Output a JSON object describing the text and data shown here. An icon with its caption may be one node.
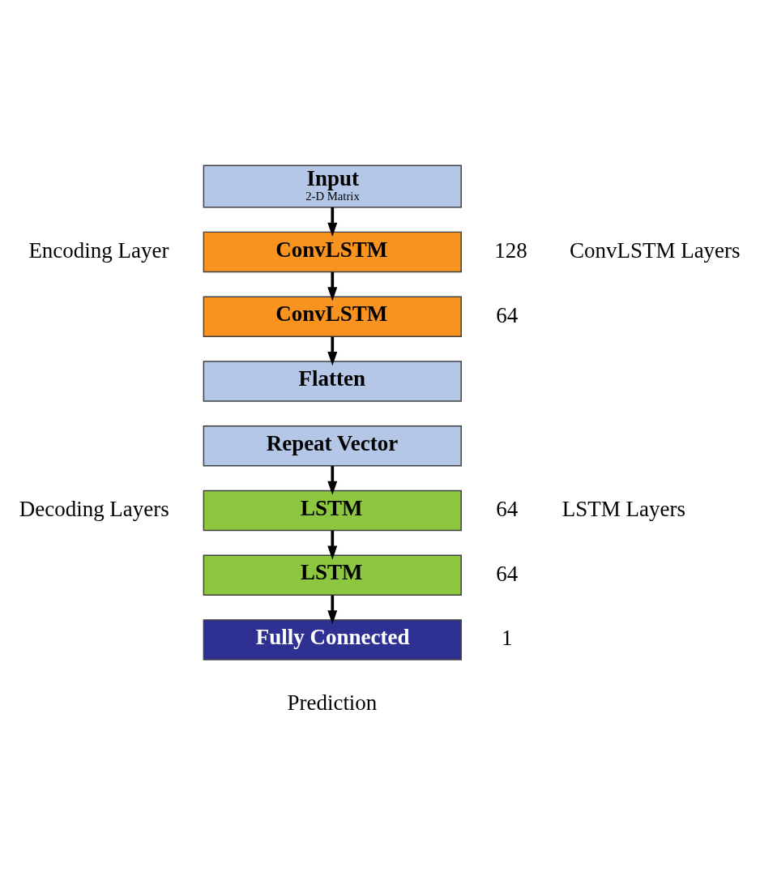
{
  "diagram": {
    "nodes": [
      {
        "text": [
          "Input",
          "2-D Matrix"
        ]
      },
      {
        "text": [
          "ConvLSTM"
        ],
        "beside": [
          "128"
        ]
      },
      {
        "text": [
          "ConvLSTM"
        ],
        "beside": [
          "64"
        ]
      },
      {
        "text": [
          "Flatten"
        ]
      },
      {
        "text": [
          "Repeat Vector"
        ]
      },
      {
        "text": [
          "LSTM"
        ],
        "beside": [
          "64"
        ]
      },
      {
        "text": [
          "LSTM"
        ],
        "beside": [
          "64"
        ]
      },
      {
        "text": [
          "Fully Connected"
        ],
        "beside": [
          "1"
        ]
      }
    ],
    "edges": [
      {
        "from": 0,
        "to": 1,
        "arrow": "to"
      },
      {
        "from": 1,
        "to": 2,
        "arrow": "to"
      },
      {
        "from": 2,
        "to": 3,
        "arrow": "to"
      },
      {
        "from": 4,
        "to": 5,
        "arrow": "to"
      },
      {
        "from": 5,
        "to": 6,
        "arrow": "to"
      },
      {
        "from": 6,
        "to": 7,
        "arrow": "to"
      }
    ],
    "labels": [
      "Encoding Layer",
      "ConvLSTM Layers",
      "Decoding Layers",
      "LSTM Layers",
      "Prediction"
    ]
  }
}
